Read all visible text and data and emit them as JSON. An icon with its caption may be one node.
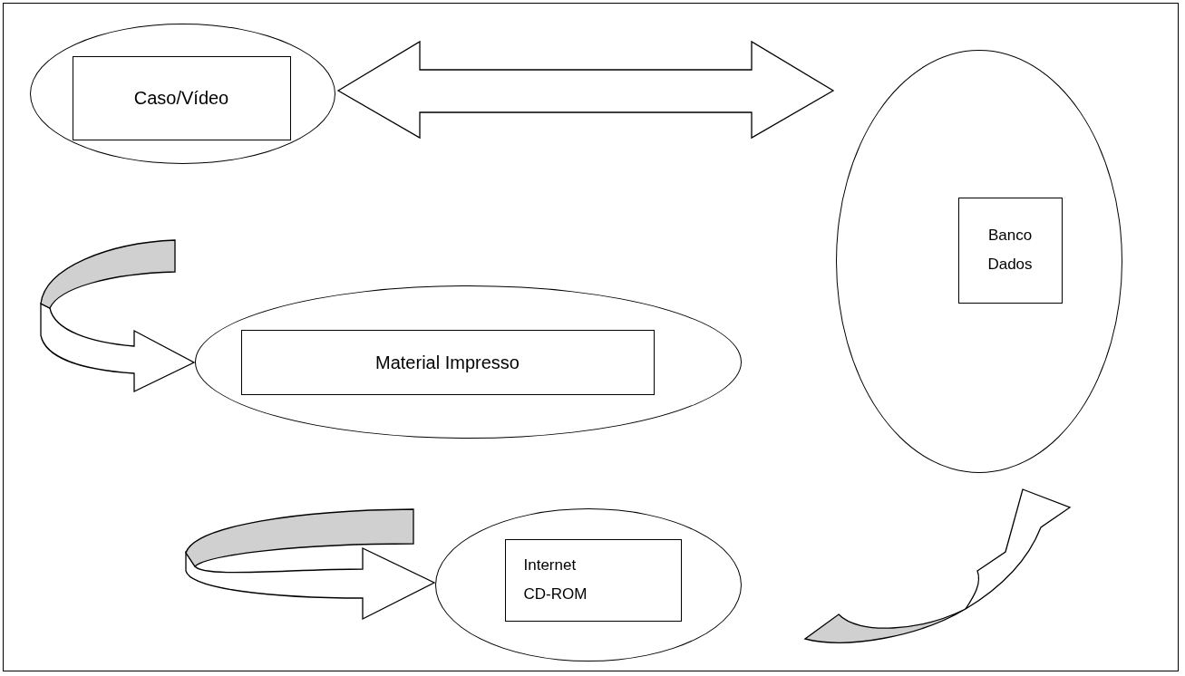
{
  "diagram": {
    "nodes": [
      {
        "text": [],
        "shape": "ellipse"
      },
      {
        "text": [
          "Caso/Vídeo"
        ],
        "in": 0
      },
      {
        "text": [],
        "shape": "ellipse"
      },
      {
        "text": [
          "Banco Dados"
        ],
        "in": 2
      },
      {
        "text": [],
        "shape": "ellipse"
      },
      {
        "text": [
          "Material Impresso"
        ],
        "in": 4
      },
      {
        "text": [],
        "shape": "ellipse"
      },
      {
        "text": [
          "Internet CD-ROM"
        ],
        "in": 6
      }
    ],
    "edges": [
      {
        "from": 0,
        "to": 2,
        "arrow": "both"
      },
      {
        "from": null,
        "to": 4,
        "arrow": "to"
      },
      {
        "from": null,
        "to": 6,
        "arrow": "to"
      }
    ]
  }
}
